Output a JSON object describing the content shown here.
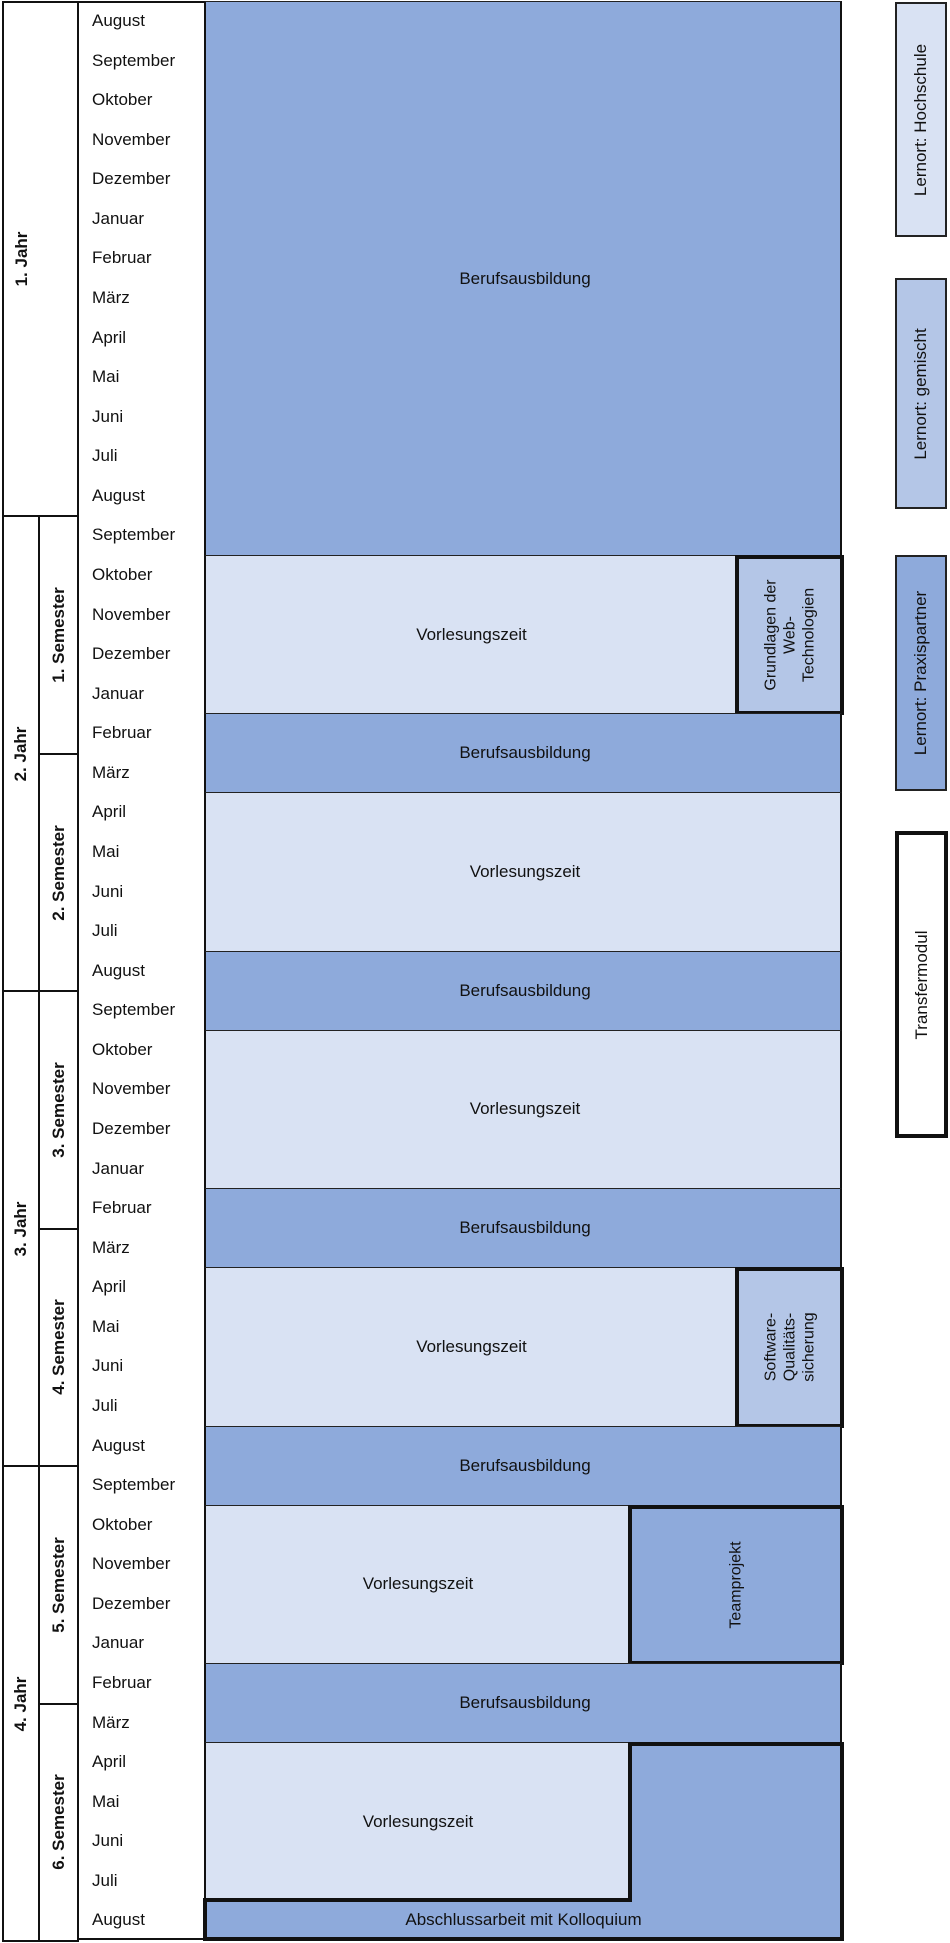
{
  "months": [
    "August",
    "September",
    "Oktober",
    "November",
    "Dezember",
    "Januar",
    "Februar",
    "März",
    "April",
    "Mai",
    "Juni",
    "Juli",
    "August",
    "September",
    "Oktober",
    "November",
    "Dezember",
    "Januar",
    "Februar",
    "März",
    "April",
    "Mai",
    "Juni",
    "Juli",
    "August",
    "September",
    "Oktober",
    "November",
    "Dezember",
    "Januar",
    "Februar",
    "März",
    "April",
    "Mai",
    "Juni",
    "Juli",
    "August",
    "September",
    "Oktober",
    "November",
    "Dezember",
    "Januar",
    "Februar",
    "März",
    "April",
    "Mai",
    "Juni",
    "Juli",
    "August"
  ],
  "years": [
    {
      "label": "1. Jahr",
      "start": 0,
      "end": 13
    },
    {
      "label": "2. Jahr",
      "start": 13,
      "end": 25
    },
    {
      "label": "3. Jahr",
      "start": 25,
      "end": 37
    },
    {
      "label": "4. Jahr",
      "start": 37,
      "end": 49
    }
  ],
  "semesters": [
    {
      "label": "1. Semester",
      "start": 13,
      "end": 19
    },
    {
      "label": "2. Semester",
      "start": 19,
      "end": 25
    },
    {
      "label": "3. Semester",
      "start": 25,
      "end": 31
    },
    {
      "label": "4. Semester",
      "start": 31,
      "end": 37
    },
    {
      "label": "5. Semester",
      "start": 37,
      "end": 43
    },
    {
      "label": "6. Semester",
      "start": 43,
      "end": 49
    }
  ],
  "blocks": [
    {
      "label": "Berufsausbildung",
      "type": "dark",
      "start": 0,
      "end": 14
    },
    {
      "label": "Vorlesungszeit",
      "type": "light",
      "start": 14,
      "end": 18,
      "module": "Grundlagen der Web-Technologien"
    },
    {
      "label": "Berufsausbildung",
      "type": "dark",
      "start": 18,
      "end": 20
    },
    {
      "label": "Vorlesungszeit",
      "type": "light",
      "start": 20,
      "end": 24
    },
    {
      "label": "Berufsausbildung",
      "type": "dark",
      "start": 24,
      "end": 26
    },
    {
      "label": "Vorlesungszeit",
      "type": "light",
      "start": 26,
      "end": 30
    },
    {
      "label": "Berufsausbildung",
      "type": "dark",
      "start": 30,
      "end": 32
    },
    {
      "label": "Vorlesungszeit",
      "type": "light",
      "start": 32,
      "end": 36,
      "module": "Software-Qualitäts-sicherung"
    },
    {
      "label": "Berufsausbildung",
      "type": "dark",
      "start": 36,
      "end": 38
    },
    {
      "label": "Vorlesungszeit",
      "type": "light",
      "start": 38,
      "end": 42,
      "module": "Teamprojekt"
    },
    {
      "label": "Berufsausbildung",
      "type": "dark",
      "start": 42,
      "end": 44
    },
    {
      "label": "Vorlesungszeit",
      "type": "light",
      "start": 44,
      "end": 48
    }
  ],
  "modules": {
    "web": [
      "Grundlagen der",
      "Web-",
      "Technologien"
    ],
    "sqs": [
      "Software-",
      "Qualitäts-",
      "sicherung"
    ],
    "team": "Teamprojekt",
    "thesis": "Abschlussarbeit mit Kolloquium"
  },
  "legend": {
    "hochschule": "Lernort: Hochschule",
    "gemischt": "Lernort: gemischt",
    "praxis": "Lernort: Praxispartner",
    "transfer": "Transfermodul"
  },
  "colors": {
    "praxis": "#8eaadb",
    "hochschule": "#d9e2f3",
    "gemischt": "#b4c6e7"
  }
}
